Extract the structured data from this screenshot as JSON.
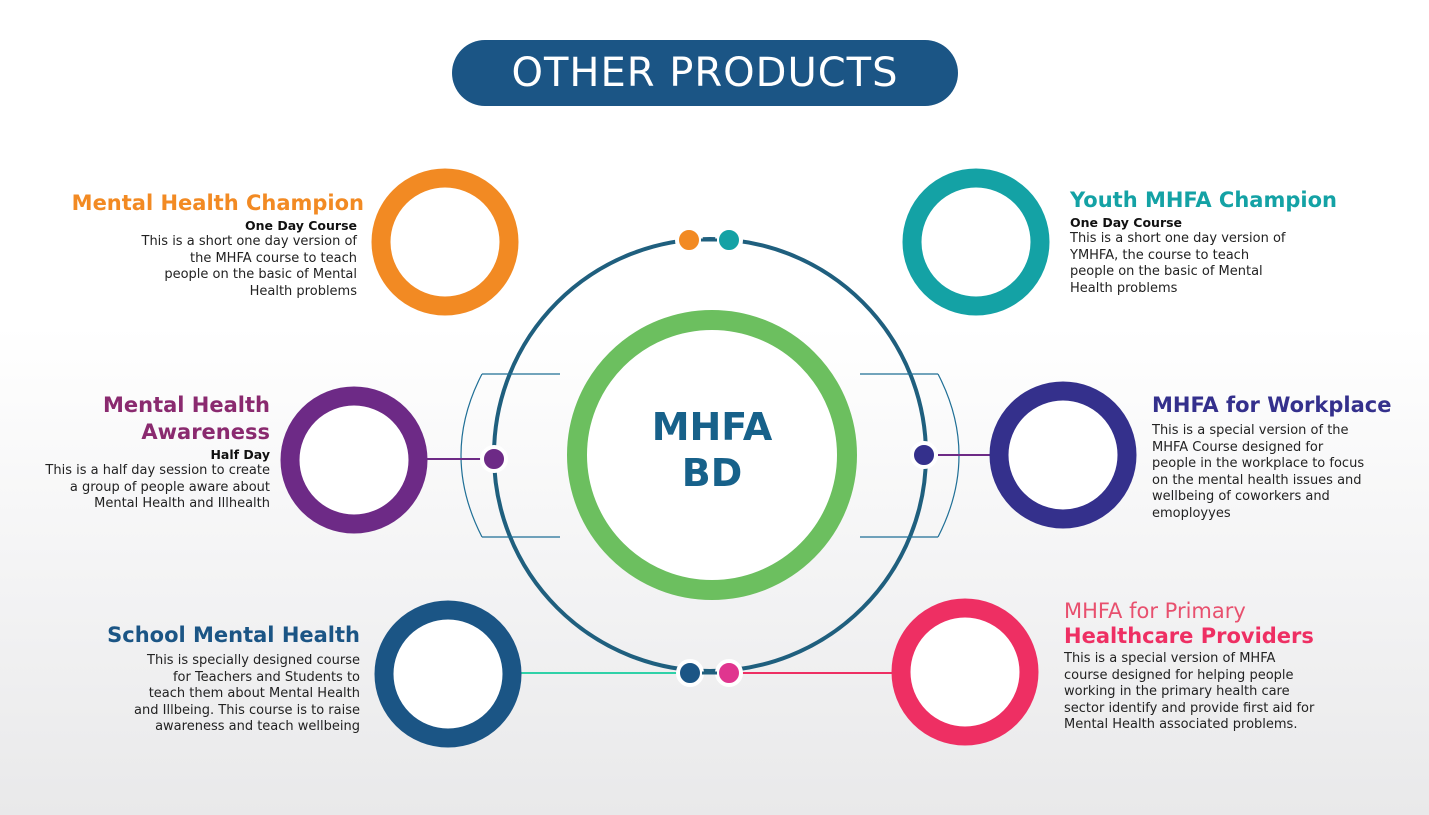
{
  "banner": "OTHER PRODUCTS",
  "center": {
    "line1": "MHFA",
    "line2": "BD"
  },
  "colors": {
    "banner_bg": "#1b5585",
    "center_ring": "#6cbf5f",
    "orbit": "#1f5f7e",
    "champion": "#f28a23",
    "youth": "#14a2a5",
    "awareness": "#6d2a86",
    "workplace": "#34308c",
    "school": "#1b5585",
    "primary": "#ee2f63"
  },
  "products": [
    {
      "id": "champion",
      "title": "Mental Health Champion",
      "subtitle": "One Day Course",
      "description": [
        "This is a short one day version of",
        "the MHFA course to teach",
        "people on the basic of Mental",
        "Health problems"
      ]
    },
    {
      "id": "youth",
      "title": "Youth MHFA Champion",
      "subtitle": "One Day Course",
      "description": [
        "This is a short one day version of",
        "YMHFA, the course to teach",
        "people on the basic of Mental",
        "Health problems"
      ]
    },
    {
      "id": "awareness",
      "title": [
        "Mental Health",
        "Awareness"
      ],
      "subtitle": "Half Day",
      "description": [
        "This is a half day session to create",
        "a group of people aware about",
        "Mental Health and Illhealth"
      ]
    },
    {
      "id": "workplace",
      "title": "MHFA for Workplace",
      "subtitle": "",
      "description": [
        "This is a special version of the",
        "MHFA Course designed for",
        "people in the workplace to focus",
        "on the mental health issues and",
        "wellbeing of coworkers and",
        "emoployyes"
      ]
    },
    {
      "id": "school",
      "title": "School Mental Health",
      "subtitle": "",
      "description": [
        "This is specially designed course",
        "for Teachers and Students to",
        "teach them about Mental Health",
        "and Illbeing. This course is to raise",
        "awareness and teach wellbeing"
      ]
    },
    {
      "id": "primary",
      "title": [
        "MHFA for Primary",
        "Healthcare Providers"
      ],
      "subtitle": "",
      "description": [
        "This is a special version of MHFA",
        "course designed for helping people",
        "working in the primary health care",
        "sector identify and provide first aid for",
        "Mental Health associated problems."
      ]
    }
  ]
}
